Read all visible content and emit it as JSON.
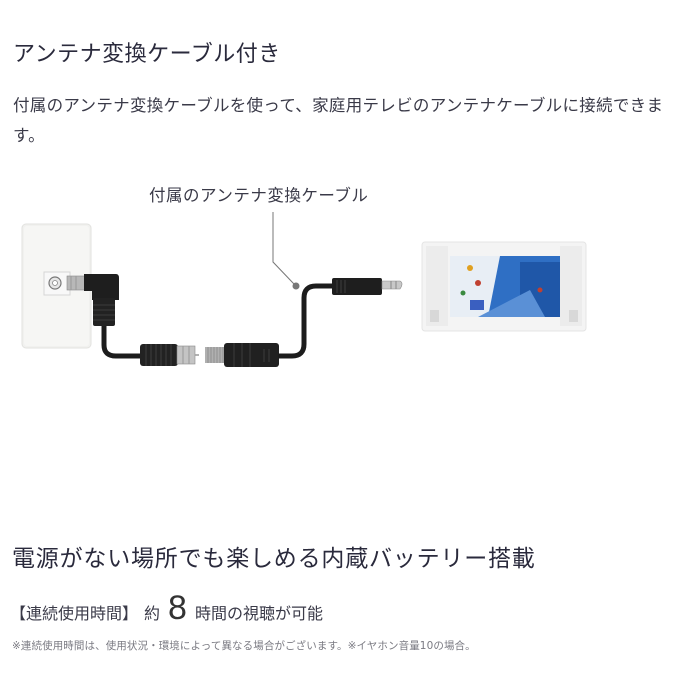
{
  "section1": {
    "title": "アンテナ変換ケーブル付き",
    "description": "付属のアンテナ変換ケーブルを使って、家庭用テレビのアンテナケーブルに接続できます。",
    "diagram": {
      "callout_label": "付属のアンテナ変換ケーブル",
      "items": [
        "wall-antenna-outlet",
        "antenna-conversion-cable",
        "portable-tv"
      ],
      "colors": {
        "cable": "#1c1c1c",
        "wall_plate": "#f2f2f0",
        "tv_body": "#f4f4f4",
        "screen_blue": "#2f6fc4"
      }
    }
  },
  "section2": {
    "title": "電源がない場所でも楽しめる内蔵バッテリー搭載",
    "spec": {
      "label": "【連続使用時間】",
      "prefix": "約",
      "hours": "8",
      "suffix": "時間の視聴が可能"
    },
    "note": "※連続使用時間は、使用状況・環境によって異なる場合がございます。※イヤホン音量10の場合。"
  }
}
